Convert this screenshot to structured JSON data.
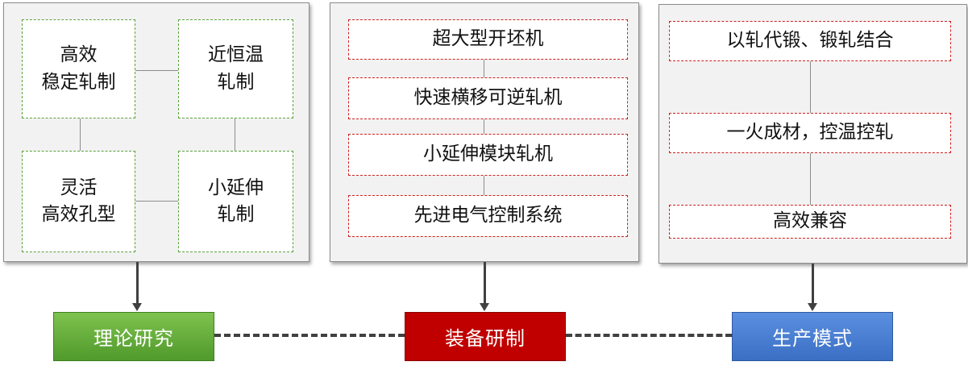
{
  "theory_panel": {
    "items": [
      "高效\n稳定轧制",
      "近恒温\n轧制",
      "灵活\n高效孔型",
      "小延伸\n轧制"
    ]
  },
  "equipment_panel": {
    "items": [
      "超大型开坯机",
      "快速横移可逆轧机",
      "小延伸模块轧机",
      "先进电气控制系统"
    ]
  },
  "production_panel": {
    "items": [
      "以轧代锻、锻轧结合",
      "一火成材，控温控轧",
      "高效兼容"
    ]
  },
  "stages": {
    "theory": "理论研究",
    "equipment": "装备研制",
    "production": "生产模式"
  },
  "colors": {
    "theory_stage": "#5ea535",
    "equipment_stage": "#c00000",
    "production_stage": "#4a7fd4",
    "theory_border": "#5aa33a",
    "equipment_border": "#d21f1f"
  }
}
